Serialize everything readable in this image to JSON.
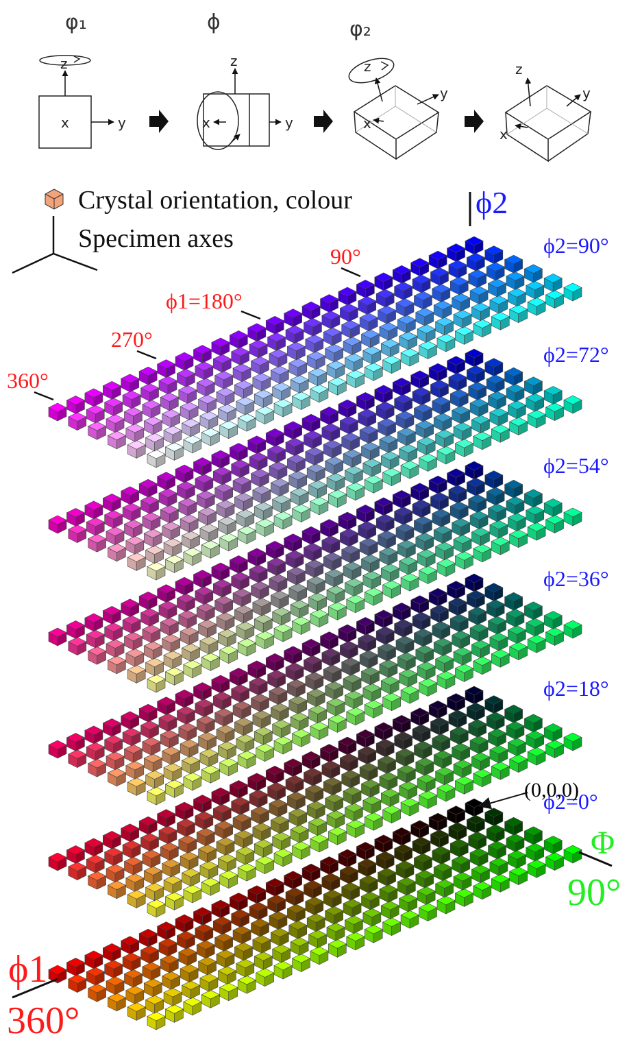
{
  "rotation_sequence": {
    "titles": [
      "φ₁",
      "ϕ",
      "φ₂",
      ""
    ],
    "axis_labels": {
      "x": "x",
      "y": "y",
      "z": "z"
    }
  },
  "legend": {
    "crystal_label": "Crystal orientation, colour",
    "specimen_label": "Specimen axes",
    "crystal_color": "#f3a37a"
  },
  "labels": {
    "phi2_axis": "ϕ2",
    "phi2_levels": [
      "ϕ2=90°",
      "ϕ2=72°",
      "ϕ2=54°",
      "ϕ2=36°",
      "ϕ2=18°",
      "ϕ2=0°"
    ],
    "phi1_ticks": [
      "90°",
      "ϕ1=180°",
      "270°",
      "360°"
    ],
    "origin": "(0,0,0)",
    "Phi_axis": "Φ",
    "Phi_value": "90°",
    "phi1_axis": "ϕ1",
    "phi1_value": "360°"
  },
  "colors": {
    "phi1_label": "#ff1a1a",
    "phi2_label": "#1a1aff",
    "Phi_label": "#22ee22",
    "origin_label": "#000000"
  },
  "grid": {
    "layers": 6,
    "phi1_steps": 24,
    "Phi_steps": 6,
    "color_mapping": "red = ϕ1/360°, green = Φ/90°, blue = ϕ2/90°"
  }
}
